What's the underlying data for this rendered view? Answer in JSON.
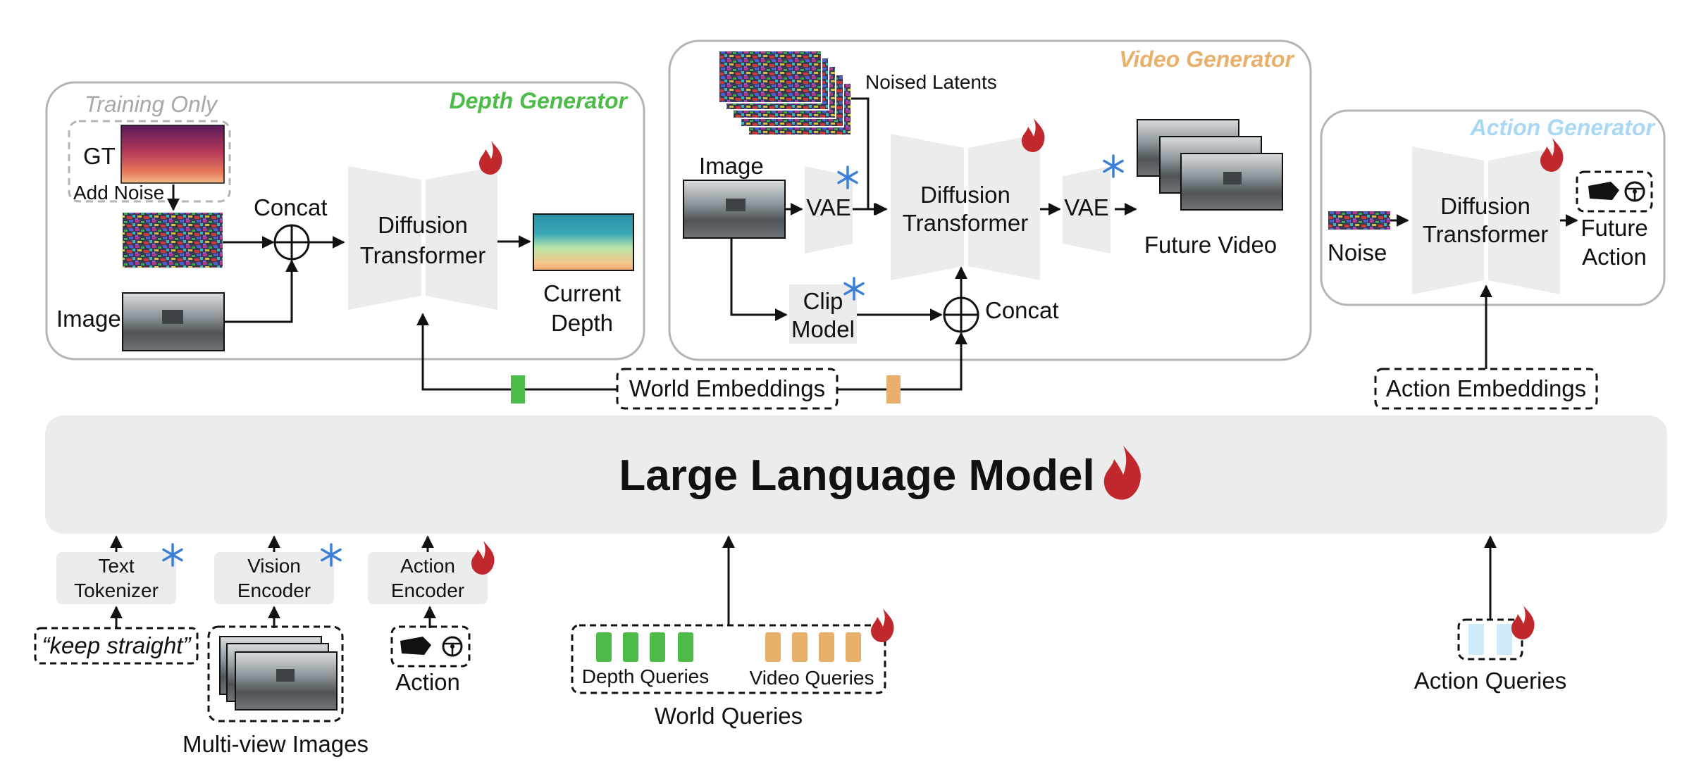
{
  "colors": {
    "depth_title": "#4cbb47",
    "video_title": "#e8b06a",
    "action_title": "#a9d8f5",
    "fire": "#c0282e",
    "snow": "#3c7fd8",
    "depth_query": "#4cbb47",
    "video_query": "#e8b06a",
    "action_query": "#cfeaf9",
    "panel_gray": "#ececec"
  },
  "depth_generator": {
    "title": "Depth Generator",
    "training_only": "Training Only",
    "gt": "GT",
    "add_noise": "Add Noise",
    "concat": "Concat",
    "image": "Image",
    "transformer_line1": "Diffusion",
    "transformer_line2": "Transformer",
    "output_line1": "Current",
    "output_line2": "Depth"
  },
  "video_generator": {
    "title": "Video Generator",
    "noised_latents": "Noised Latents",
    "image": "Image",
    "vae_in": "VAE",
    "vae_out": "VAE",
    "transformer_line1": "Diffusion",
    "transformer_line2": "Transformer",
    "output": "Future Video",
    "clip_line1": "Clip",
    "clip_line2": "Model",
    "concat": "Concat"
  },
  "action_generator": {
    "title": "Action Generator",
    "noise": "Noise",
    "transformer_line1": "Diffusion",
    "transformer_line2": "Transformer",
    "output_line1": "Future",
    "output_line2": "Action"
  },
  "embeddings": {
    "world": "World Embeddings",
    "action": "Action Embeddings"
  },
  "llm": {
    "label": "Large Language Model"
  },
  "inputs": {
    "text_tokenizer_line1": "Text",
    "text_tokenizer_line2": "Tokenizer",
    "vision_encoder_line1": "Vision",
    "vision_encoder_line2": "Encoder",
    "action_encoder_line1": "Action",
    "action_encoder_line2": "Encoder",
    "keep_straight": "“keep straight”",
    "multiview": "Multi-view Images",
    "action": "Action"
  },
  "queries": {
    "depth": "Depth Queries",
    "video": "Video Queries",
    "world": "World Queries",
    "action": "Action Queries"
  }
}
